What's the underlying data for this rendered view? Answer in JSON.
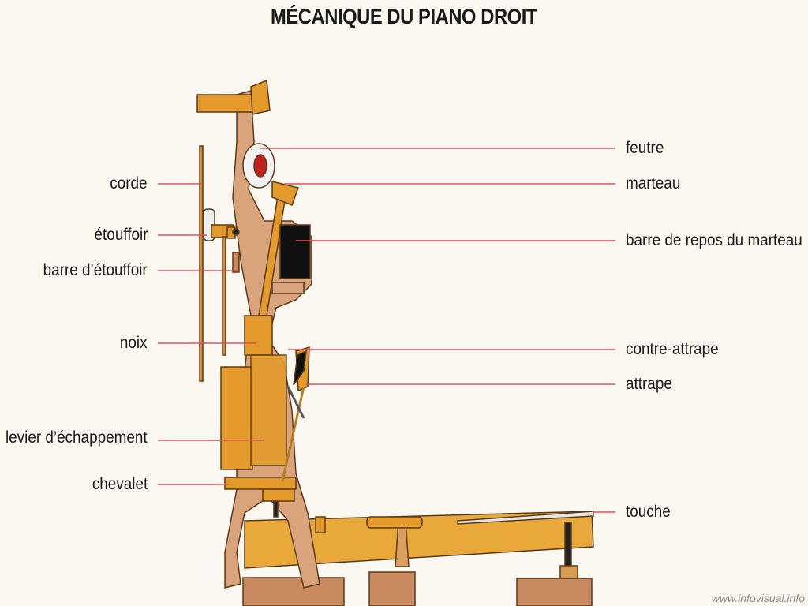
{
  "title": "MÉCANIQUE DU PIANO DROIT",
  "labels_left": [
    {
      "id": "corde",
      "text": "corde"
    },
    {
      "id": "etouffoir",
      "text": "étouffoir"
    },
    {
      "id": "barre-etouffoir",
      "text": "barre d’étouffoir"
    },
    {
      "id": "noix",
      "text": "noix"
    },
    {
      "id": "levier",
      "text": "levier d’échappement"
    },
    {
      "id": "chevalet",
      "text": "chevalet"
    }
  ],
  "labels_right": [
    {
      "id": "feutre",
      "text": "feutre"
    },
    {
      "id": "marteau",
      "text": "marteau"
    },
    {
      "id": "barre-repos",
      "text": "barre de repos du marteau"
    },
    {
      "id": "contre-attrape",
      "text": "contre-attrape"
    },
    {
      "id": "attrape",
      "text": "attrape"
    },
    {
      "id": "touche",
      "text": "touche"
    }
  ],
  "watermark": "www.infovisual.info",
  "colors": {
    "leader": "#d9505a",
    "wood": "#e39a2a",
    "frame": "#d9a37c",
    "background": "#fbf8f1"
  }
}
